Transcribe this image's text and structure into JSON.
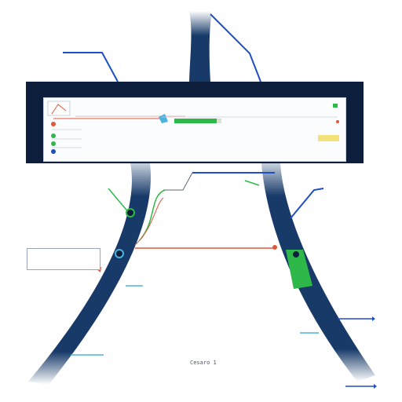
{
  "diagram": {
    "colors": {
      "tube": "#173a68",
      "frame": "#0d1f3c",
      "blue": "#1f4fc4",
      "green": "#2fb84a",
      "red": "#e0573c",
      "cyan": "#4bb3dd",
      "gray": "#8a94a6"
    },
    "footer_caption": "Cesaro 1",
    "nodes": [
      {
        "id": "node-left-upper",
        "color": "green"
      },
      {
        "id": "node-left-mid",
        "color": "blue"
      },
      {
        "id": "node-right-mid",
        "color": "green"
      }
    ],
    "panel": {
      "progress_fraction": 0.9,
      "indicator_color": "yellow"
    }
  }
}
